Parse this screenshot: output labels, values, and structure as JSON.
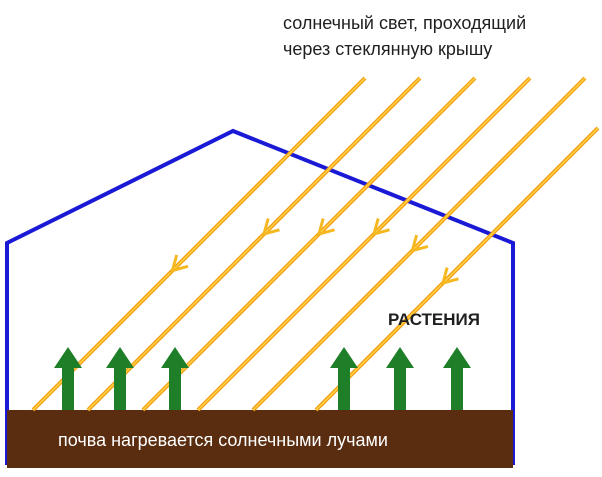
{
  "caption": {
    "line1": "солнечный свет, проходящий",
    "line2": "через стеклянную крышу"
  },
  "labels": {
    "plants": "РАСТЕНИЯ",
    "soil": "почва нагревается солнечными лучами"
  },
  "colors": {
    "greenhouse_frame": "#1a1ad6",
    "sun_ray": "#f5b820",
    "plant_arrow": "#1f7f28",
    "soil": "#5a2d10",
    "soil_text": "#ffffff"
  },
  "elements": {
    "sun_rays": 6,
    "plant_arrows": 6
  }
}
